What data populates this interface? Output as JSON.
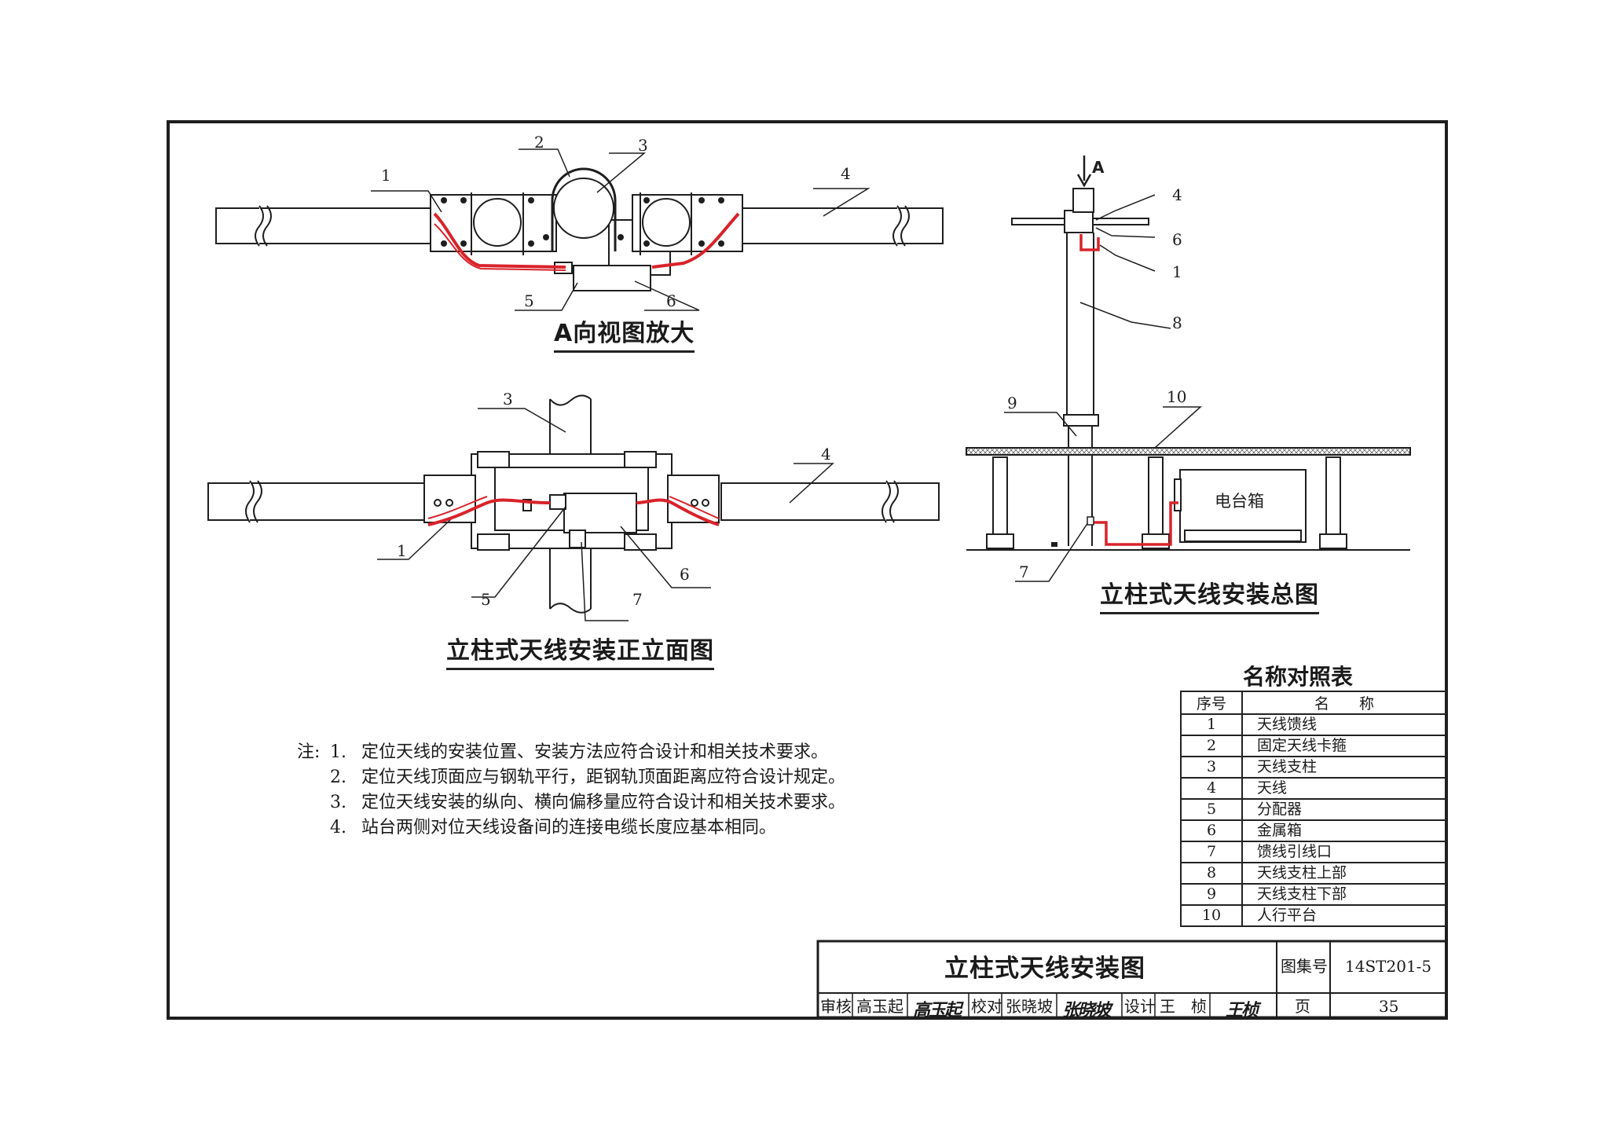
{
  "views": {
    "enlarged_a_view": {
      "title": "A向视图放大",
      "callouts": [
        "1",
        "2",
        "3",
        "4",
        "5",
        "6"
      ]
    },
    "front_elevation": {
      "title": "立柱式天线安装正立面图",
      "callouts": [
        "1",
        "3",
        "4",
        "5",
        "6",
        "7"
      ]
    },
    "general_installation": {
      "title": "立柱式天线安装总图",
      "direction_label": "A",
      "cabinet_label": "电台箱",
      "callouts": [
        "4",
        "6",
        "1",
        "8",
        "9",
        "10",
        "7"
      ]
    }
  },
  "notes": {
    "label": "注:",
    "items": [
      {
        "num": "1.",
        "text": "定位天线的安装位置、安装方法应符合设计和相关技术要求。"
      },
      {
        "num": "2.",
        "text": "定位天线顶面应与钢轨平行，距钢轨顶面距离应符合设计规定。"
      },
      {
        "num": "3.",
        "text": "定位天线安装的纵向、横向偏移量应符合设计和相关技术要求。"
      },
      {
        "num": "4.",
        "text": "站台两侧对位天线设备间的连接电缆长度应基本相同。"
      }
    ]
  },
  "legend_table": {
    "title": "名称对照表",
    "headers": [
      "序号",
      "名　　称"
    ],
    "rows": [
      {
        "no": "1",
        "name": "天线馈线"
      },
      {
        "no": "2",
        "name": "固定天线卡箍"
      },
      {
        "no": "3",
        "name": "天线支柱"
      },
      {
        "no": "4",
        "name": "天线"
      },
      {
        "no": "5",
        "name": "分配器"
      },
      {
        "no": "6",
        "name": "金属箱"
      },
      {
        "no": "7",
        "name": "馈线引线口"
      },
      {
        "no": "8",
        "name": "天线支柱上部"
      },
      {
        "no": "9",
        "name": "天线支柱下部"
      },
      {
        "no": "10",
        "name": "人行平台"
      }
    ]
  },
  "title_block": {
    "drawing_title": "立柱式天线安装图",
    "atlas_label": "图集号",
    "atlas_no": "14ST201-5",
    "review_label": "审核",
    "reviewer": "高玉起",
    "check_label": "校对",
    "checker": "张晓坡",
    "design_label": "设计",
    "designer": "王　桢",
    "page_label": "页",
    "page_no": "35"
  },
  "colors": {
    "line": "#1e1e1e",
    "cable": "#d8232a",
    "grid": "#555555"
  }
}
